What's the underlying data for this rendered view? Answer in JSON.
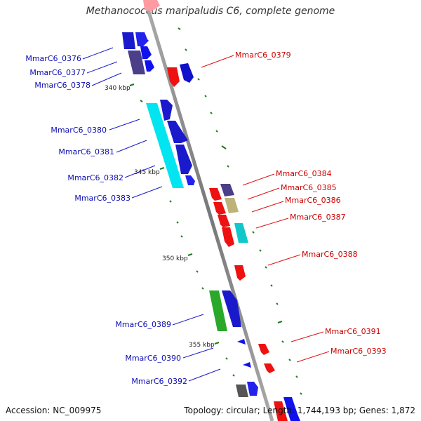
{
  "title": "Methanococcus maripaludis C6, complete genome",
  "footer": {
    "accession": "Accession: NC_009975",
    "summary": "Topology: circular; Length: 1,744,193 bp; Genes: 1,872"
  },
  "colors": {
    "backbone": "#8c8c8c",
    "left_label": "#0b0bb0",
    "right_label": "#cc0000",
    "tick": "#1f7a1f"
  },
  "scale_labels": [
    "340 kbp",
    "345 kbp",
    "350 kbp",
    "355 kbp"
  ],
  "left_genes": [
    "MmarC6_0376",
    "MmarC6_0377",
    "MmarC6_0378",
    "MmarC6_0380",
    "MmarC6_0381",
    "MmarC6_0382",
    "MmarC6_0383",
    "MmarC6_0389",
    "MmarC6_0390",
    "MmarC6_0392"
  ],
  "right_genes": [
    "MmarC6_0379",
    "MmarC6_0384",
    "MmarC6_0385",
    "MmarC6_0386",
    "MmarC6_0387",
    "MmarC6_0388",
    "MmarC6_0391",
    "MmarC6_0393"
  ]
}
